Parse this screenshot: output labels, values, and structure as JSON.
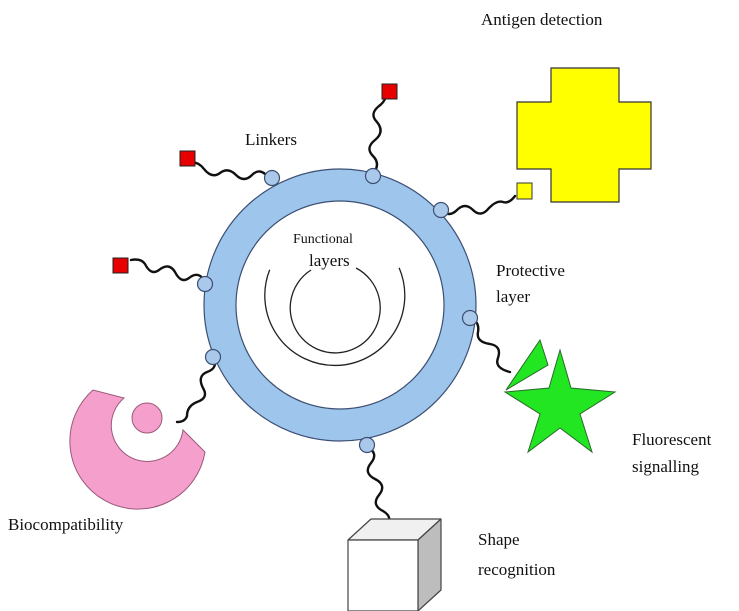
{
  "labels": {
    "antigen_detection": "Antigen detection",
    "linkers": "Linkers",
    "functional_layers_line1": "Functional",
    "functional_layers_line2": "layers",
    "protective_layer_line1": "Protective",
    "protective_layer_line2": "layer",
    "fluorescent_line1": "Fluorescent",
    "fluorescent_line2": "signalling",
    "biocompatibility": "Biocompatibility",
    "shape_line1": "Shape",
    "shape_line2": "recognition"
  },
  "colors": {
    "protective_layer": "#9ec5ec",
    "protective_outline": "#3c4f72",
    "linker_bead": "#a9c8ea",
    "linker_line": "#111111",
    "antigen_marker": "#e60000",
    "antigen": "#ffff00",
    "fluorescent": "#22e622",
    "biocompatibility": "#f59fcc",
    "cube_front": "#ffffff",
    "cube_top": "#f0f0f0",
    "cube_side": "#bdbdbd"
  },
  "icons": [
    "antigen-cross-shape",
    "fluorescent-star-shape",
    "biocompatibility-arc-shape",
    "shape-recognition-cube",
    "antigen-marker-square"
  ]
}
